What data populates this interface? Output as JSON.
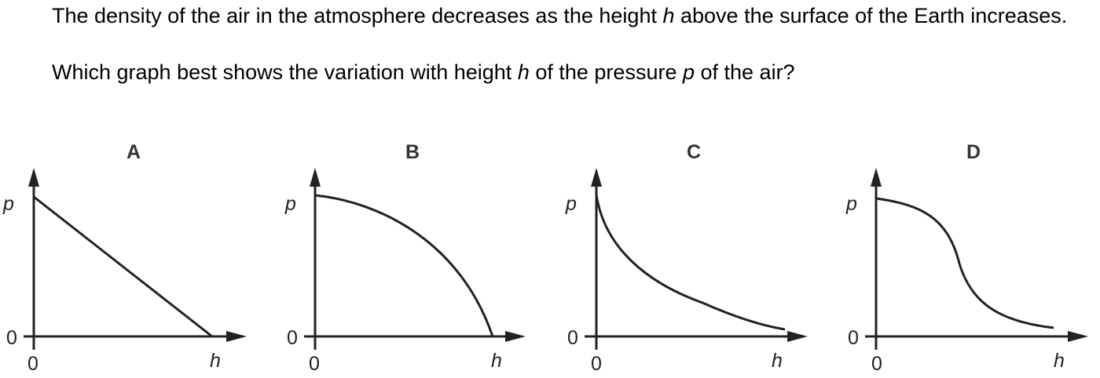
{
  "question": {
    "stem_line1_a": "The density of the air in the atmosphere decreases as the height ",
    "stem_line1_var": "h",
    "stem_line1_b": " above the surface of the Earth increases.",
    "stem_q_a": "Which graph best shows the variation with height ",
    "stem_q_var_h": "h",
    "stem_q_b": " of the pressure ",
    "stem_q_var_p": "p",
    "stem_q_c": " of the air?"
  },
  "options": [
    {
      "letter": "A",
      "shape": "linear"
    },
    {
      "letter": "B",
      "shape": "concave-down"
    },
    {
      "letter": "C",
      "shape": "exponential-decay"
    },
    {
      "letter": "D",
      "shape": "sigmoid"
    }
  ],
  "axes": {
    "y_label": "p",
    "x_label": "h",
    "y_origin": "0",
    "x_origin": "0"
  },
  "colors": {
    "ink": "#222222"
  }
}
